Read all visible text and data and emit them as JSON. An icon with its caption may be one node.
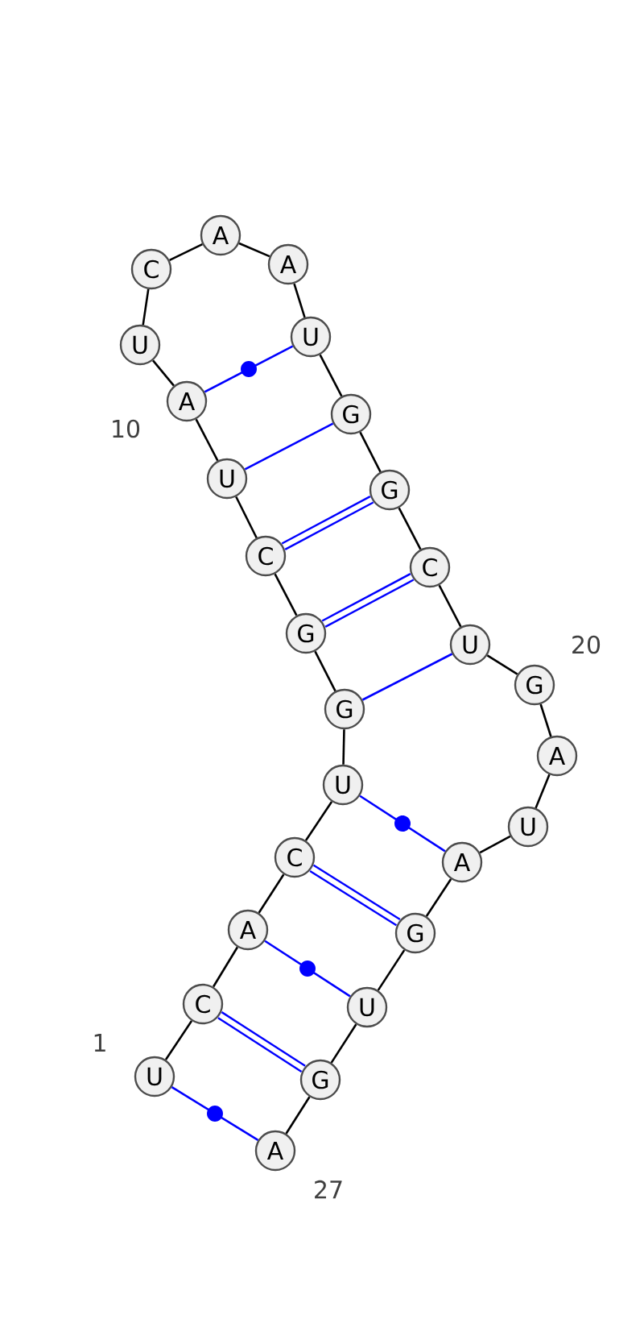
{
  "diagram": {
    "nodes": [
      {
        "text": [
          "U"
        ],
        "beside": [
          "1"
        ]
      },
      {
        "text": [
          "C"
        ]
      },
      {
        "text": [
          "A"
        ]
      },
      {
        "text": [
          "C"
        ]
      },
      {
        "text": [
          "U"
        ]
      },
      {
        "text": [
          "G"
        ]
      },
      {
        "text": [
          "G"
        ]
      },
      {
        "text": [
          "C"
        ]
      },
      {
        "text": [
          "U"
        ]
      },
      {
        "text": [
          "A"
        ],
        "beside": [
          "10"
        ]
      },
      {
        "text": [
          "U"
        ]
      },
      {
        "text": [
          "C"
        ]
      },
      {
        "text": [
          "A"
        ]
      },
      {
        "text": [
          "A"
        ]
      },
      {
        "text": [
          "U"
        ]
      },
      {
        "text": [
          "G"
        ]
      },
      {
        "text": [
          "G"
        ]
      },
      {
        "text": [
          "C"
        ]
      },
      {
        "text": [
          "U"
        ]
      },
      {
        "text": [
          "G"
        ],
        "beside": [
          "20"
        ]
      },
      {
        "text": [
          "A"
        ]
      },
      {
        "text": [
          "U"
        ]
      },
      {
        "text": [
          "A"
        ]
      },
      {
        "text": [
          "G"
        ]
      },
      {
        "text": [
          "U"
        ]
      },
      {
        "text": [
          "G"
        ]
      },
      {
        "text": [
          "A"
        ],
        "beside": [
          "27"
        ]
      }
    ],
    "edges": [
      {
        "from": 0,
        "to": 1,
        "arrow": "none"
      },
      {
        "from": 1,
        "to": 2,
        "arrow": "none"
      },
      {
        "from": 2,
        "to": 3,
        "arrow": "none"
      },
      {
        "from": 3,
        "to": 4,
        "arrow": "none"
      },
      {
        "from": 4,
        "to": 5,
        "arrow": "none"
      },
      {
        "from": 5,
        "to": 6,
        "arrow": "none"
      },
      {
        "from": 6,
        "to": 7,
        "arrow": "none"
      },
      {
        "from": 7,
        "to": 8,
        "arrow": "none"
      },
      {
        "from": 8,
        "to": 9,
        "arrow": "none"
      },
      {
        "from": 9,
        "to": 10,
        "arrow": "none"
      },
      {
        "from": 10,
        "to": 11,
        "arrow": "none"
      },
      {
        "from": 11,
        "to": 12,
        "arrow": "none"
      },
      {
        "from": 12,
        "to": 13,
        "arrow": "none"
      },
      {
        "from": 13,
        "to": 14,
        "arrow": "none"
      },
      {
        "from": 14,
        "to": 15,
        "arrow": "none"
      },
      {
        "from": 15,
        "to": 16,
        "arrow": "none"
      },
      {
        "from": 16,
        "to": 17,
        "arrow": "none"
      },
      {
        "from": 17,
        "to": 18,
        "arrow": "none"
      },
      {
        "from": 18,
        "to": 19,
        "arrow": "none"
      },
      {
        "from": 19,
        "to": 20,
        "arrow": "none"
      },
      {
        "from": 20,
        "to": 21,
        "arrow": "none"
      },
      {
        "from": 21,
        "to": 22,
        "arrow": "none"
      },
      {
        "from": 22,
        "to": 23,
        "arrow": "none"
      },
      {
        "from": 23,
        "to": 24,
        "arrow": "none"
      },
      {
        "from": 24,
        "to": 25,
        "arrow": "none"
      },
      {
        "from": 25,
        "to": 26,
        "arrow": "none"
      },
      {
        "from": 0,
        "to": 26,
        "arrow": "none",
        "color": "#0000ff"
      },
      {
        "from": 1,
        "to": 25,
        "arrow": "none",
        "style": "thick",
        "color": "#0000ff"
      },
      {
        "from": 2,
        "to": 24,
        "arrow": "none",
        "color": "#0000ff"
      },
      {
        "from": 3,
        "to": 23,
        "arrow": "none",
        "style": "thick",
        "color": "#0000ff"
      },
      {
        "from": 4,
        "to": 22,
        "arrow": "none",
        "color": "#0000ff"
      },
      {
        "from": 5,
        "to": 18,
        "arrow": "none",
        "color": "#0000ff"
      },
      {
        "from": 6,
        "to": 17,
        "arrow": "none",
        "style": "thick",
        "color": "#0000ff"
      },
      {
        "from": 7,
        "to": 16,
        "arrow": "none",
        "style": "thick",
        "color": "#0000ff"
      },
      {
        "from": 8,
        "to": 15,
        "arrow": "none",
        "color": "#0000ff"
      },
      {
        "from": 9,
        "to": 14,
        "arrow": "none",
        "color": "#0000ff"
      }
    ]
  }
}
